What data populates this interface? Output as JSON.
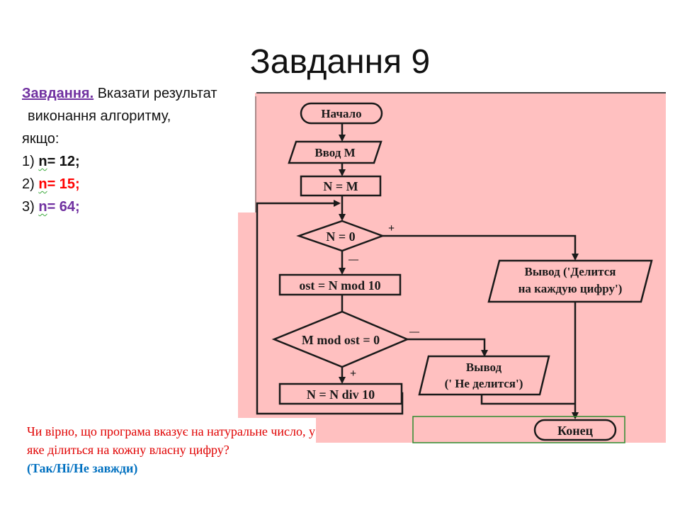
{
  "slide": {
    "title": "Завдання 9"
  },
  "task": {
    "label": "Завдання.",
    "line1": " Вказати результат",
    "line2": "виконання алгоритму,",
    "line3": "якщо:",
    "items": [
      {
        "prefix": "1) ",
        "var": "n",
        "value": "= 12;",
        "color": "#111111"
      },
      {
        "prefix": "2) ",
        "var": "n",
        "value": "= 15;",
        "color": "#ff0000"
      },
      {
        "prefix": "3) ",
        "var": "n",
        "value": "= 64;",
        "color": "#7030a0"
      }
    ]
  },
  "flowchart": {
    "start": "Начало",
    "input": "Ввод M",
    "assign": "N = M",
    "cond1": "N = 0",
    "cond1_yes": "+",
    "cond1_no": "—",
    "mod_step": "ost = N mod 10",
    "cond2": "M mod ost = 0",
    "cond2_yes": "+",
    "cond2_no": "—",
    "div_step": "N = N div 10",
    "out_yes_line1": "Вывод ('Делится",
    "out_yes_line2": "на каждую цифру')",
    "out_no_line1": "Вывод",
    "out_no_line2": "(' Не делится')",
    "end": "Конец",
    "colors": {
      "background": "#ffc0c0",
      "stroke": "#1a1a1a",
      "frame": "#2e8b2e"
    }
  },
  "question": {
    "text": "Чи вірно, що  програма вказує на натуральне число,  у яке ділиться на кожну власну цифру?",
    "answers": "(Так/Ні/Не завжди)"
  }
}
